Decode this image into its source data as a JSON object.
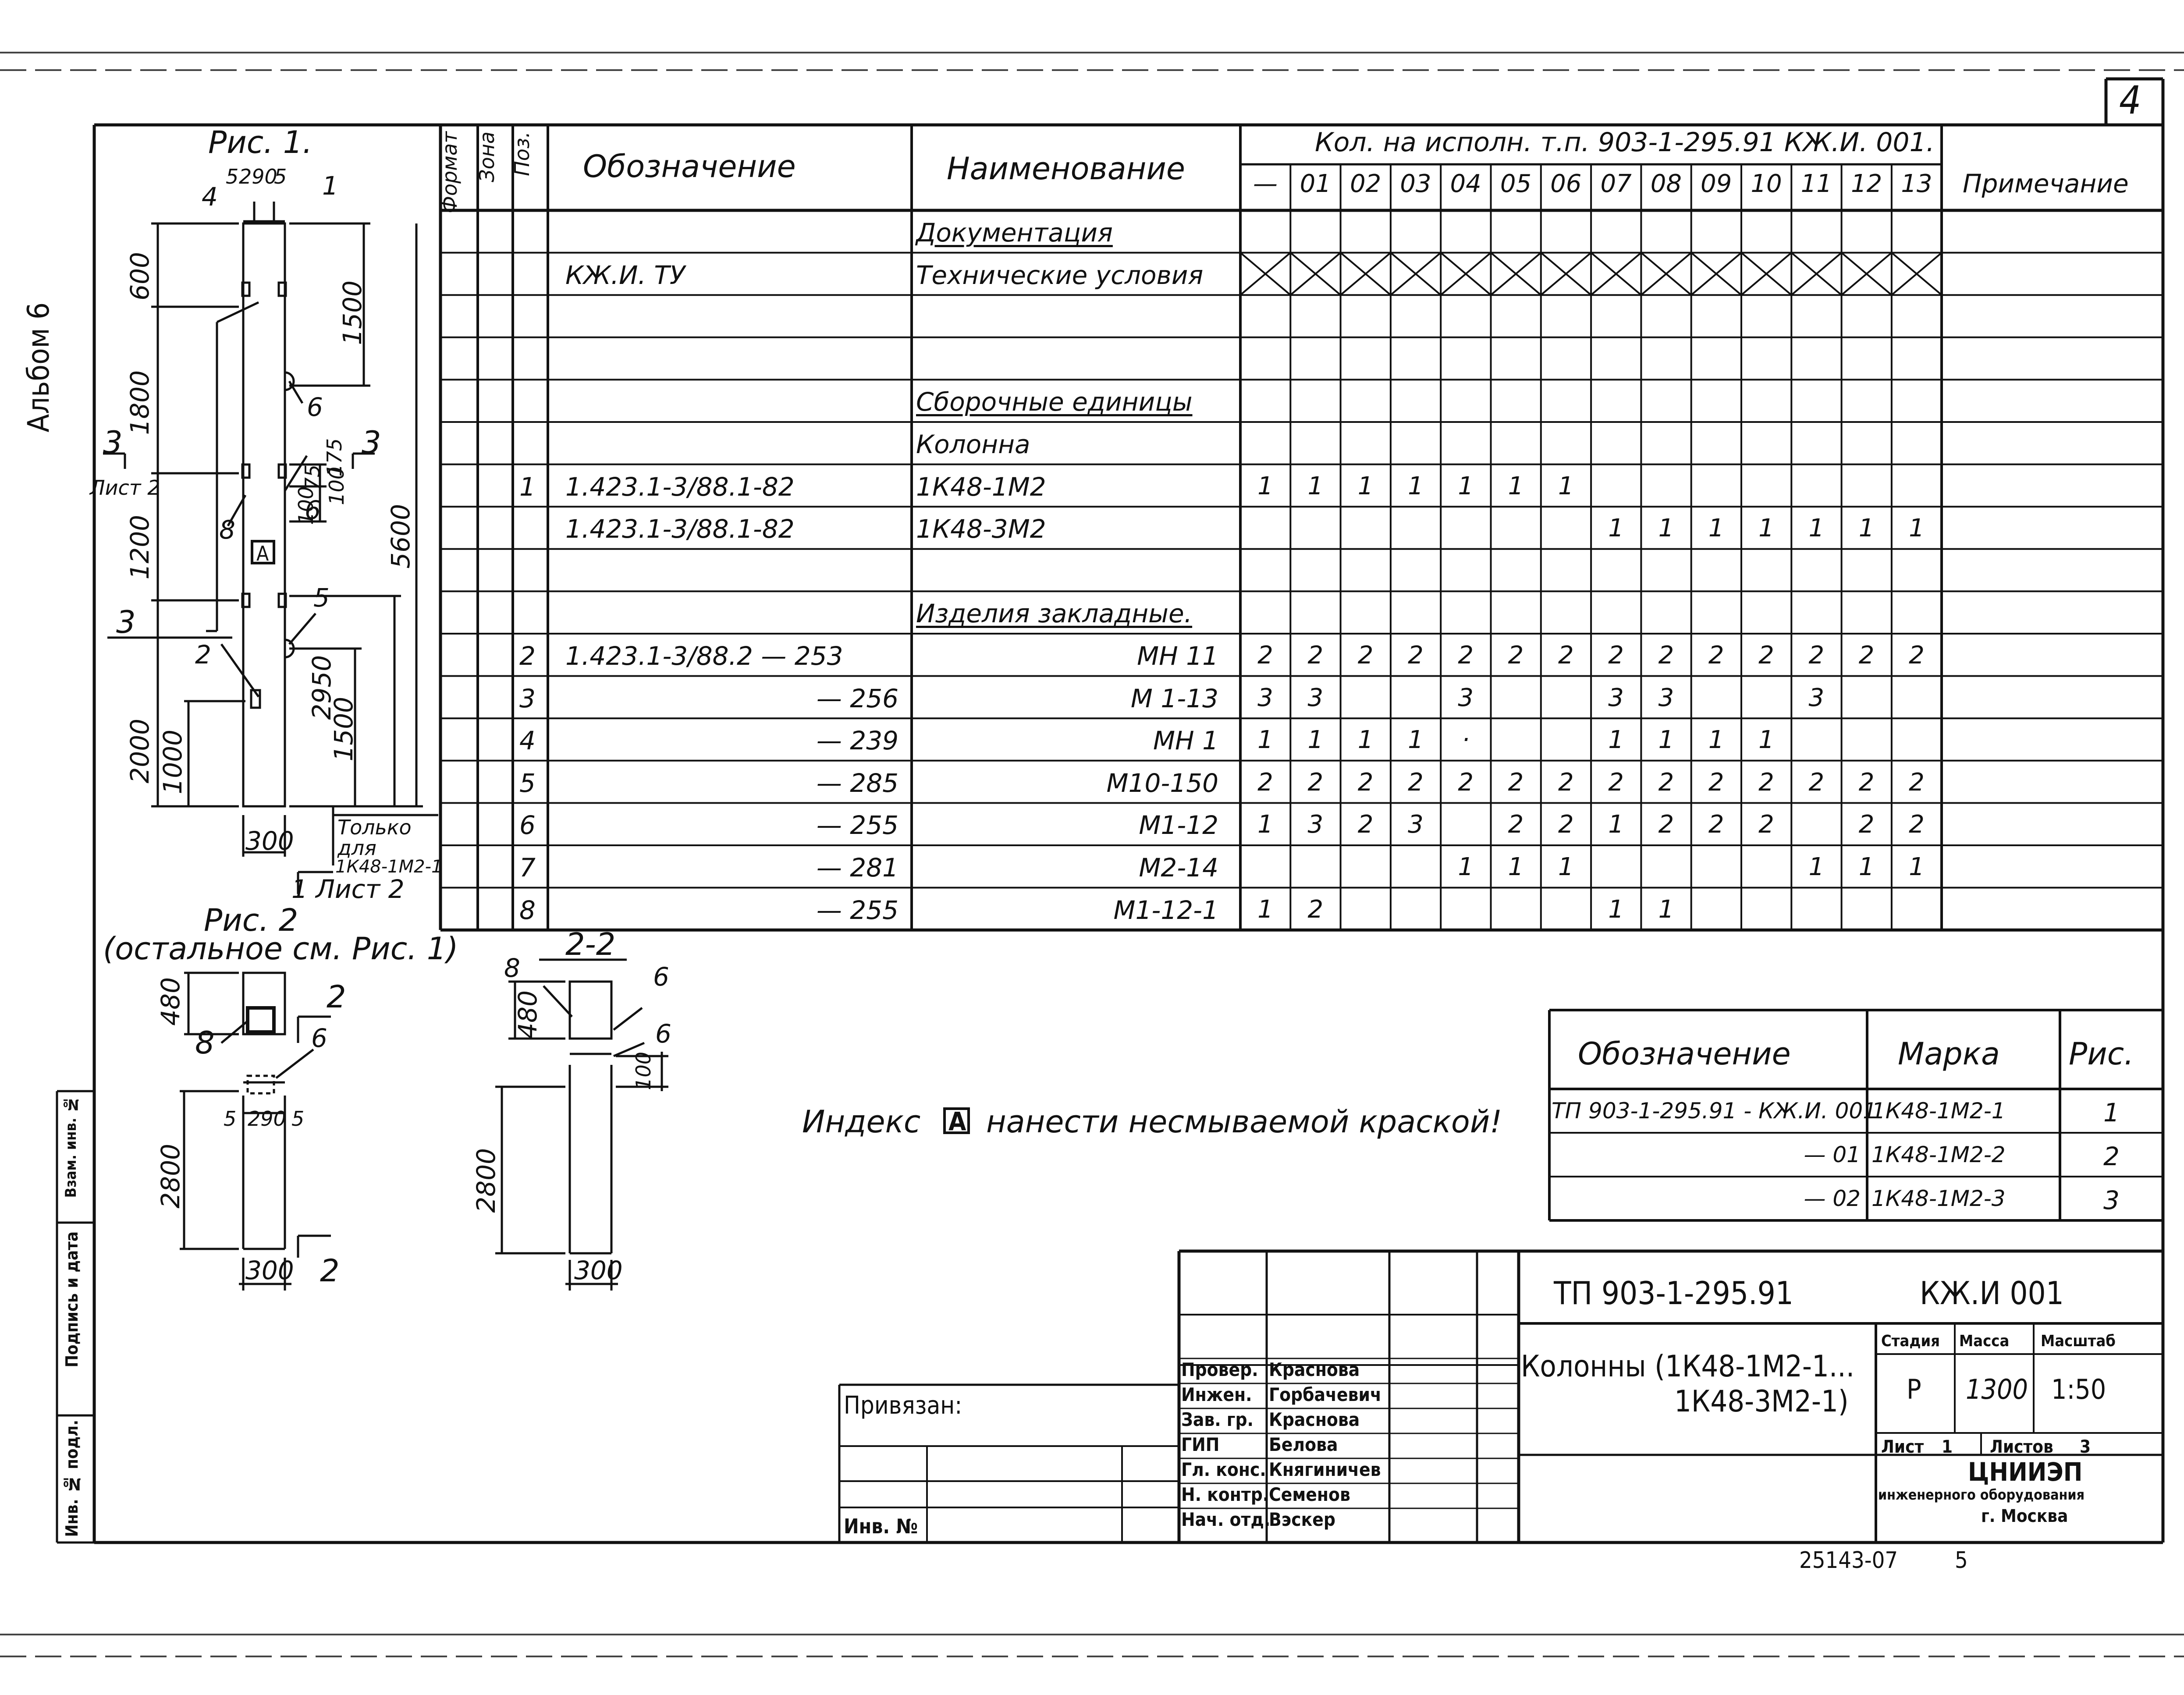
{
  "sheet": {
    "number": "4",
    "album": "Альбом 6"
  },
  "left_strip": [
    "Инв. № подл.",
    "Подпись и дата",
    "Взам. инв. №"
  ],
  "fig1": {
    "title": "Рис. 1.",
    "dims": [
      "5",
      "290",
      "5",
      "4",
      "1",
      "600",
      "1800",
      "1200",
      "2000",
      "1000",
      "1500",
      "5600",
      "1500",
      "2950",
      "300",
      "100",
      "75",
      "175",
      "100",
      "3",
      "3",
      "3",
      "2",
      "5",
      "6",
      "6",
      "8",
      "Лист 2",
      "A"
    ],
    "section_mark": "1 Лист 2",
    "note": [
      "Только",
      "для",
      "1К48-1М2-1"
    ]
  },
  "fig2": {
    "title": "Рис. 2",
    "subtitle": "(остальное см. Рис. 1)",
    "dims": [
      "480",
      "2",
      "8",
      "6",
      "5",
      "290",
      "5",
      "2800",
      "300",
      "2"
    ]
  },
  "section22": {
    "title": "2-2",
    "dims": [
      "8",
      "6",
      "480",
      "6",
      "100",
      "2800",
      "300"
    ]
  },
  "index_note": {
    "before": "Индекс",
    "letter": "A",
    "after": "нанести несмываемой краской!"
  },
  "spec_table": {
    "headers": {
      "format": "Формат",
      "zone": "Зона",
      "pos": "Поз.",
      "designation": "Обозначение",
      "name": "Наименование",
      "qty_title": "Кол. на исполн. т.п. 903-1-295.91 КЖ.И. 001.",
      "note": "Примечание"
    },
    "variants": [
      "—",
      "01",
      "02",
      "03",
      "04",
      "05",
      "06",
      "07",
      "08",
      "09",
      "10",
      "11",
      "12",
      "13"
    ],
    "rows": [
      {
        "pos": "",
        "designation": "",
        "name": "Документация",
        "section": true,
        "qty": [
          "",
          "",
          "",
          "",
          "",
          "",
          "",
          "",
          "",
          "",
          "",
          "",
          "",
          ""
        ]
      },
      {
        "pos": "",
        "designation": "КЖ.И. ТУ",
        "name": "Технические условия",
        "cross": true,
        "qty": [
          "",
          "",
          "",
          "",
          "",
          "",
          "",
          "",
          "",
          "",
          "",
          "",
          "",
          ""
        ]
      },
      {
        "pos": "",
        "designation": "",
        "name": "",
        "qty": [
          "",
          "",
          "",
          "",
          "",
          "",
          "",
          "",
          "",
          "",
          "",
          "",
          "",
          ""
        ]
      },
      {
        "pos": "",
        "designation": "",
        "name": "",
        "qty": [
          "",
          "",
          "",
          "",
          "",
          "",
          "",
          "",
          "",
          "",
          "",
          "",
          "",
          ""
        ]
      },
      {
        "pos": "",
        "designation": "",
        "name": "Сборочные единицы",
        "section": true,
        "qty": [
          "",
          "",
          "",
          "",
          "",
          "",
          "",
          "",
          "",
          "",
          "",
          "",
          "",
          ""
        ]
      },
      {
        "pos": "",
        "designation": "",
        "name": "Колонна",
        "qty": [
          "",
          "",
          "",
          "",
          "",
          "",
          "",
          "",
          "",
          "",
          "",
          "",
          "",
          ""
        ]
      },
      {
        "pos": "1",
        "designation": "1.423.1-3/88.1-82",
        "name": "1К48-1М2",
        "qty": [
          "1",
          "1",
          "1",
          "1",
          "1",
          "1",
          "1",
          "",
          "",
          "",
          "",
          "",
          "",
          ""
        ]
      },
      {
        "pos": "",
        "designation": "1.423.1-3/88.1-82",
        "name": "1К48-3М2",
        "qty": [
          "",
          "",
          "",
          "",
          "",
          "",
          "",
          "1",
          "1",
          "1",
          "1",
          "1",
          "1",
          "1"
        ]
      },
      {
        "pos": "",
        "designation": "",
        "name": "",
        "qty": [
          "",
          "",
          "",
          "",
          "",
          "",
          "",
          "",
          "",
          "",
          "",
          "",
          "",
          ""
        ]
      },
      {
        "pos": "",
        "designation": "",
        "name": "Изделия закладные.",
        "section": true,
        "qty": [
          "",
          "",
          "",
          "",
          "",
          "",
          "",
          "",
          "",
          "",
          "",
          "",
          "",
          ""
        ]
      },
      {
        "pos": "2",
        "designation": "1.423.1-3/88.2  —  253",
        "name": "МН 11",
        "qty": [
          "2",
          "2",
          "2",
          "2",
          "2",
          "2",
          "2",
          "2",
          "2",
          "2",
          "2",
          "2",
          "2",
          "2"
        ]
      },
      {
        "pos": "3",
        "designation": "—  256",
        "name": "М 1-13",
        "qty": [
          "3",
          "3",
          "",
          "",
          "3",
          "",
          "",
          "3",
          "3",
          "",
          "",
          "3",
          "",
          ""
        ]
      },
      {
        "pos": "4",
        "designation": "—  239",
        "name": "МН 1",
        "qty": [
          "1",
          "1",
          "1",
          "1",
          "·",
          "",
          "",
          "1",
          "1",
          "1",
          "1",
          "",
          "",
          ""
        ]
      },
      {
        "pos": "5",
        "designation": "—  285",
        "name": "М10-150",
        "qty": [
          "2",
          "2",
          "2",
          "2",
          "2",
          "2",
          "2",
          "2",
          "2",
          "2",
          "2",
          "2",
          "2",
          "2"
        ]
      },
      {
        "pos": "6",
        "designation": "—  255",
        "name": "М1-12",
        "qty": [
          "1",
          "3",
          "2",
          "3",
          "",
          "2",
          "2",
          "1",
          "2",
          "2",
          "2",
          "",
          "2",
          "2"
        ]
      },
      {
        "pos": "7",
        "designation": "—  281",
        "name": "М2-14",
        "qty": [
          "",
          "",
          "",
          "",
          "1",
          "1",
          "1",
          "",
          "",
          "",
          "",
          "1",
          "1",
          "1"
        ]
      },
      {
        "pos": "8",
        "designation": "—  255",
        "name": "М1-12-1",
        "qty": [
          "1",
          "2",
          "",
          "",
          "",
          "",
          "",
          "1",
          "1",
          "",
          "",
          "",
          "",
          ""
        ]
      }
    ]
  },
  "marks_table": {
    "headers": {
      "designation": "Обозначение",
      "mark": "Марка",
      "fig": "Рис."
    },
    "rows": [
      {
        "designation": "ТП 903-1-295.91 - КЖ.И. 001",
        "mark": "1К48-1М2-1",
        "fig": "1"
      },
      {
        "designation": "— 01",
        "mark": "1К48-1М2-2",
        "fig": "2"
      },
      {
        "designation": "— 02",
        "mark": "1К48-1М2-3",
        "fig": "3"
      }
    ]
  },
  "title_block": {
    "project": "ТП 903-1-295.91",
    "code": "КЖ.И 001",
    "title_line1": "Колонны (1К48-1М2-1...",
    "title_line2": "1К48-3М2-1)",
    "stage_label": "Стадия",
    "mass_label": "Масса",
    "scale_label": "Масштаб",
    "stage": "Р",
    "mass": "1300",
    "scale": "1:50",
    "sheet_label": "Лист",
    "sheet_no": "1",
    "sheets_label": "Листов",
    "sheets_no": "3",
    "org": [
      "ЦНИИЭП",
      "инженерного оборудования",
      "г. Москва"
    ],
    "signers": [
      {
        "role": "Провер.",
        "name": "Краснова"
      },
      {
        "role": "Инжен.",
        "name": "Горбачевич"
      },
      {
        "role": "Зав. гр.",
        "name": "Краснова"
      },
      {
        "role": "ГИП",
        "name": "Белова"
      },
      {
        "role": "Гл. конс.",
        "name": "Княгиничев"
      },
      {
        "role": "Н. контр.",
        "name": "Семенов"
      },
      {
        "role": "Нач. отд.",
        "name": "Вэскер"
      }
    ],
    "privyazan": "Привязан:",
    "inv": "Инв. №"
  },
  "footer": {
    "code": "25143-07",
    "page": "5"
  }
}
